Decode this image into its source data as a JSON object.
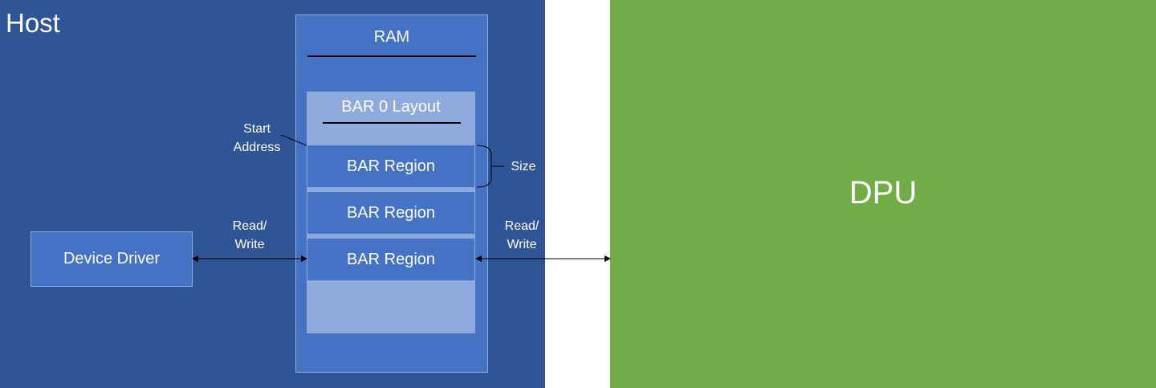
{
  "host": {
    "title": "Host"
  },
  "dpu": {
    "title": "DPU"
  },
  "ram": {
    "title": "RAM"
  },
  "bar0": {
    "title": "BAR 0 Layout"
  },
  "regions": [
    {
      "label": "BAR Region"
    },
    {
      "label": "BAR Region"
    },
    {
      "label": "BAR Region"
    }
  ],
  "device_driver": {
    "label": "Device Driver"
  },
  "annotations": {
    "start_address_line1": "Start",
    "start_address_line2": "Address",
    "size": "Size",
    "driver_rw_line1": "Read/",
    "driver_rw_line2": "Write",
    "dpu_rw_line1": "Read/",
    "dpu_rw_line2": "Write"
  },
  "colors": {
    "host_bg": "#2F5597",
    "dpu_bg": "#70AD47",
    "ram_bg": "#4472C4",
    "bar_layout_bg": "#8FAADC"
  }
}
